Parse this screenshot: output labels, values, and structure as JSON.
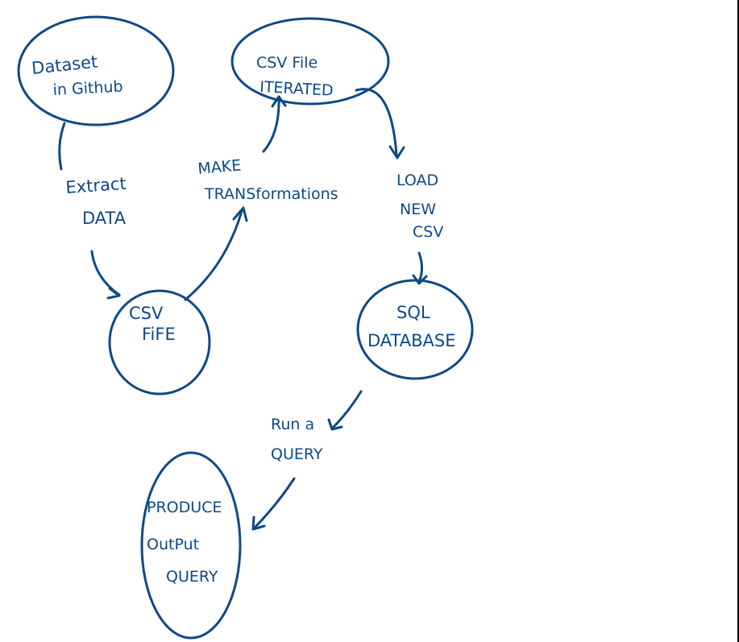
{
  "nodes": {
    "dataset": {
      "lines": [
        "Dataset",
        "in Github"
      ]
    },
    "csv_fife": {
      "lines": [
        "CSV",
        "FiFE"
      ]
    },
    "csv_iter": {
      "lines": [
        "CSV File",
        "ITERATED"
      ]
    },
    "sql": {
      "lines": [
        "SQL",
        "DATABASE"
      ]
    },
    "output": {
      "lines": [
        "PRODUCE",
        "OutPut",
        "QUERY"
      ]
    }
  },
  "edges": {
    "extract": {
      "lines": [
        "Extract",
        "DATA"
      ]
    },
    "transform": {
      "lines": [
        "MAKE",
        "TRANSformations"
      ]
    },
    "load": {
      "lines": [
        "LOAD",
        "NEW",
        "CSV"
      ]
    },
    "query": {
      "lines": [
        "Run a",
        "QUERY"
      ]
    }
  },
  "colors": {
    "ink": "#0d4a86",
    "background": "#ffffff"
  }
}
